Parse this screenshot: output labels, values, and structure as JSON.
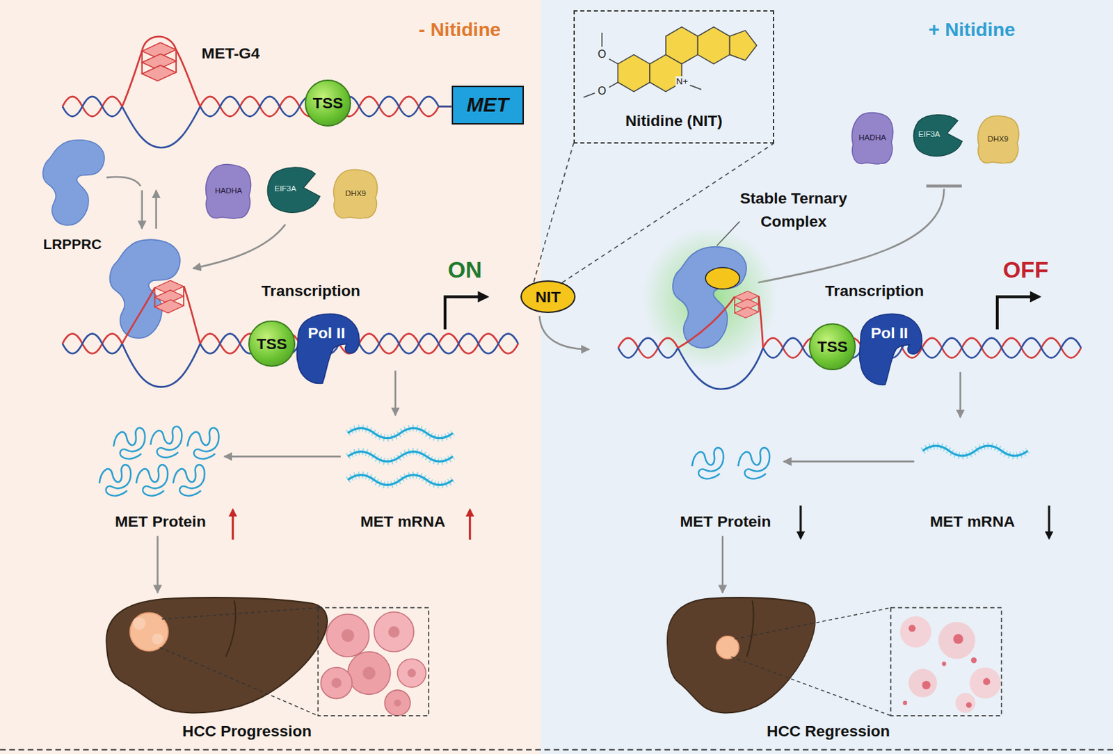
{
  "diagram": {
    "nodes": [
      {
        "text": [
          "- Nitidine"
        ]
      },
      {
        "text": [
          "TSS"
        ],
        "in": 0
      },
      {
        "text": [
          "MET"
        ],
        "in": 0
      },
      {
        "text": [
          "HADHA"
        ],
        "in": 0
      },
      {
        "text": [
          "EIF3A"
        ],
        "in": 0
      },
      {
        "text": [
          "DHX9"
        ],
        "in": 0
      },
      {
        "text": [
          "TSS"
        ],
        "in": 0
      },
      {
        "text": [
          "Pol II"
        ],
        "in": 0
      },
      {
        "text": [
          "MET mRNA"
        ],
        "in": 0
      },
      {
        "text": [
          "MET Protein"
        ],
        "in": 0
      },
      {
        "text": [
          "HCC Progression"
        ],
        "in": 0
      },
      {
        "text": [
          "NIT"
        ]
      },
      {
        "text": [
          "+ Nitidine"
        ]
      },
      {
        "text": [
          "Nitidine (NIT)"
        ],
        "in": 12
      },
      {
        "text": [
          "HADHA"
        ],
        "in": 12
      },
      {
        "text": [
          "EIF3A"
        ],
        "in": 12
      },
      {
        "text": [
          "DHX9"
        ],
        "in": 12
      },
      {
        "text": [
          "TSS"
        ],
        "in": 12
      },
      {
        "text": [
          "Pol II"
        ],
        "in": 12
      },
      {
        "text": [
          "MET Protein"
        ],
        "in": 12
      },
      {
        "text": [
          "MET mRNA"
        ],
        "in": 12
      },
      {
        "text": [
          "HCC Regression"
        ],
        "in": 12
      }
    ],
    "edges": [
      {
        "from": 8,
        "to": 9,
        "arrow": "to"
      },
      {
        "from": 9,
        "to": 10,
        "arrow": "to"
      },
      {
        "from": 20,
        "to": 19,
        "arrow": "to"
      },
      {
        "from": 19,
        "to": 21,
        "arrow": "to"
      }
    ],
    "labels": [
      "MET-G4",
      "LRPPRC",
      "Transcription",
      "ON",
      "O",
      "O",
      "N+",
      "Stable Ternary Complex",
      "Transcription",
      "OFF"
    ]
  }
}
